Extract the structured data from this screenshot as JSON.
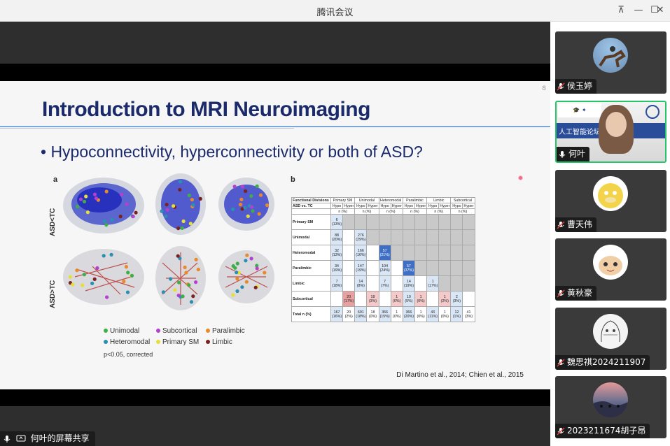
{
  "window": {
    "title": "腾讯会议"
  },
  "slide": {
    "number": "8",
    "title": "Introduction to MRI Neuroimaging",
    "bullet": "• Hypoconnectivity, hyperconnectivity or both of ASD?",
    "panel_a": "a",
    "panel_b": "b",
    "row_label_top": "ASD<TC",
    "row_label_bottom": "ASD>TC",
    "legend": [
      {
        "label": "Unimodal",
        "color": "#3fae49"
      },
      {
        "label": "Subcortical",
        "color": "#b53fd1"
      },
      {
        "label": "Paralimbic",
        "color": "#e8892a"
      },
      {
        "label": "Heteromodal",
        "color": "#2a8fb0"
      },
      {
        "label": "Primary SM",
        "color": "#e6df3a"
      },
      {
        "label": "Limbic",
        "color": "#7a2222"
      }
    ],
    "p_note": "p<0.05, corrected",
    "citation": "Di Martino et al., 2014; Chien et al., 2015",
    "table": {
      "header1": [
        "Functional Divisions",
        "Primary SM",
        "Unimodal",
        "Heteromodal",
        "Paralimbic",
        "Limbic",
        "Subcortical"
      ],
      "header2_label": "ASD vs. TC",
      "hypo": "Hypo",
      "hyper": "Hyper",
      "unit_label": "n (%)",
      "rows": [
        {
          "label": "Primary SM",
          "cells": [
            "6 (13%)",
            "",
            "",
            "",
            "",
            "",
            "",
            "",
            "",
            "",
            "",
            ""
          ]
        },
        {
          "label": "Unimodal",
          "cells": [
            "88 (20%)",
            "",
            "276 (29%)",
            "",
            "",
            "",
            "",
            "",
            "",
            "",
            "",
            ""
          ]
        },
        {
          "label": "Heteromodal",
          "cells": [
            "32 (13%)",
            "",
            "166 (16%)",
            "",
            "57 (21%)",
            "",
            "",
            "",
            "",
            "",
            "",
            ""
          ]
        },
        {
          "label": "Paralimbic",
          "cells": [
            "34 (19%)",
            "",
            "147 (19%)",
            "",
            "104 (24%)",
            "",
            "57 (37%)",
            "",
            "",
            "",
            "",
            ""
          ]
        },
        {
          "label": "Limbic",
          "cells": [
            "7 (18%)",
            "",
            "14 (8%)",
            "",
            "7 (7%)",
            "",
            "14 (19%)",
            "",
            "1 (17%)",
            "",
            "",
            ""
          ]
        },
        {
          "label": "Subcortical",
          "cells": [
            "",
            "20 (17%)",
            "",
            "18 (3%)",
            "",
            "1 (0%)",
            "10 (5%)",
            "1 (0%)",
            "",
            "1 (2%)",
            "2 (3%)",
            ""
          ]
        }
      ],
      "total_label": "Total",
      "total_cells": [
        "167 (16%)",
        "20 (2%)",
        "691 (18%)",
        "18 (0%)",
        "366 (15%)",
        "1 (0%)",
        "366 (20%)",
        "1 (0%)",
        "43 (11%)",
        "1 (0%)",
        "12 (1%)",
        "41 (3%)"
      ]
    }
  },
  "participants": [
    {
      "name": "侯玉婷",
      "avatar": "horse-rider-avatar"
    },
    {
      "name": "何叶",
      "avatar": "video-feed",
      "banner": "人工智能论坛",
      "active": true
    },
    {
      "name": "曹天伟",
      "avatar": "psyduck-avatar"
    },
    {
      "name": "黄秋豪",
      "avatar": "cartoon-avatar"
    },
    {
      "name": "魏思祺2024211907",
      "avatar": "sketch-avatar"
    },
    {
      "name": "2023211674胡子昂",
      "avatar": "sunset-avatar"
    }
  ],
  "share_label": "何叶的屏幕共享",
  "colors": {
    "title": "#1b2a6b",
    "active_border": "#27c46a",
    "hypo": "#3f6fc4",
    "hyper": "#e8a1a1"
  }
}
